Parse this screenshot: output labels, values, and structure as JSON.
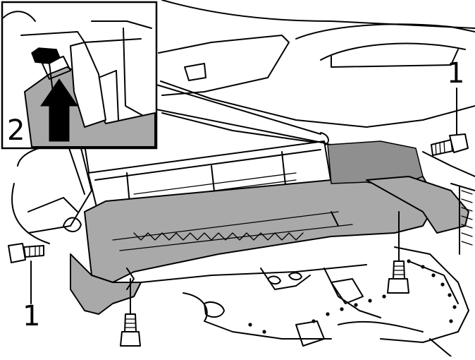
{
  "callouts": {
    "bolt_top_right": "1",
    "bolt_left": "1",
    "inset_step": "2"
  },
  "colors": {
    "shade": "#a9a9a9",
    "line": "#000000",
    "background": "#ffffff"
  }
}
